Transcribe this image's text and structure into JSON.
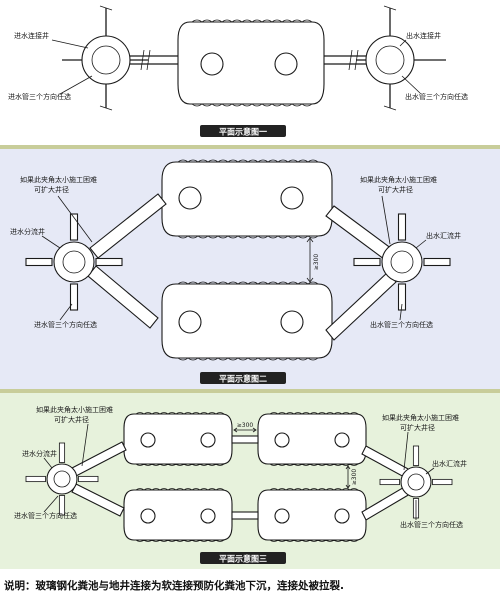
{
  "panel1": {
    "title": "平面示意图一",
    "label_inlet_well": "进水连接井",
    "label_outlet_well": "出水连接井",
    "label_inlet_pipe_dir": "进水管三个方向任选",
    "label_outlet_pipe_dir": "出水管三个方向任选"
  },
  "panel2": {
    "title": "平面示意图二",
    "label_angle_left_1": "如果此夹角太小施工困难",
    "label_angle_left_2": "可扩大井径",
    "label_angle_right_1": "如果此夹角太小施工困难",
    "label_angle_right_2": "可扩大井径",
    "label_split_well": "进水分流井",
    "label_merge_well": "出水汇流井",
    "label_inlet_pipe_dir": "进水管三个方向任选",
    "label_outlet_pipe_dir": "出水管三个方向任选",
    "spacing": "≥300"
  },
  "panel3": {
    "title": "平面示意图三",
    "label_angle_left_1": "如果此夹角太小施工困难",
    "label_angle_left_2": "可扩大井径",
    "label_angle_right_1": "如果此夹角太小施工困难",
    "label_angle_right_2": "可扩大井径",
    "label_split_well": "进水分流井",
    "label_merge_well": "出水汇流井",
    "label_inlet_pipe_dir": "进水管三个方向任选",
    "label_outlet_pipe_dir": "出水管三个方向任选",
    "spacing_horizontal": "≥300",
    "spacing_vertical": "≥300"
  },
  "footer": {
    "note": "说明：玻璃钢化粪池与地井连接为软连接预防化粪池下沉，连接处被拉裂."
  },
  "colors": {
    "panel1_bg": "#ffffff",
    "panel2_bg": "#e6e9f6",
    "panel3_bg": "#e7f2dc",
    "separator": "#c8cd9a",
    "title_bar": "#222222",
    "line": "#1a1a1a"
  }
}
